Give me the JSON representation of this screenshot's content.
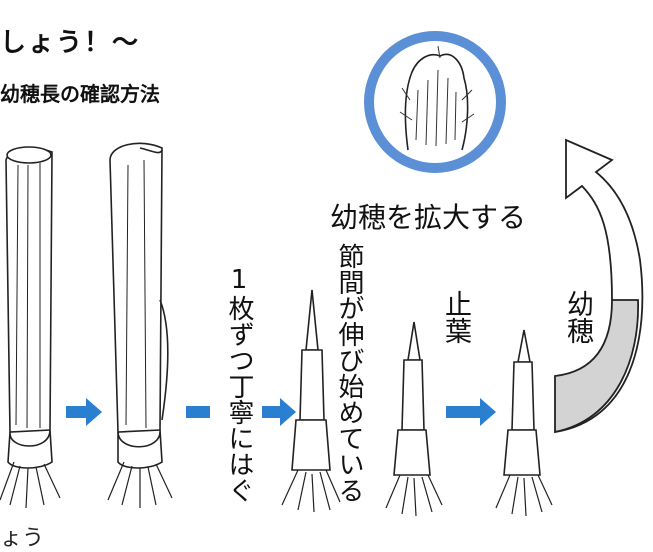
{
  "header": {
    "title": "しょう！～",
    "subtitle": "幼穂長の確認方法"
  },
  "labels": {
    "enlarge": "幼穂を拡大する",
    "peel": "1枚ずつ丁寧にはぐ",
    "node_growth": "節間が伸び始めている",
    "flag_leaf": "止葉",
    "young_panicle": "幼穂",
    "footer_partial": "ょう"
  },
  "colors": {
    "circle": "#5b8fd6",
    "arrow": "#2a7fd0",
    "curve_fill": "#d3d3d3",
    "ink": "#111111"
  }
}
